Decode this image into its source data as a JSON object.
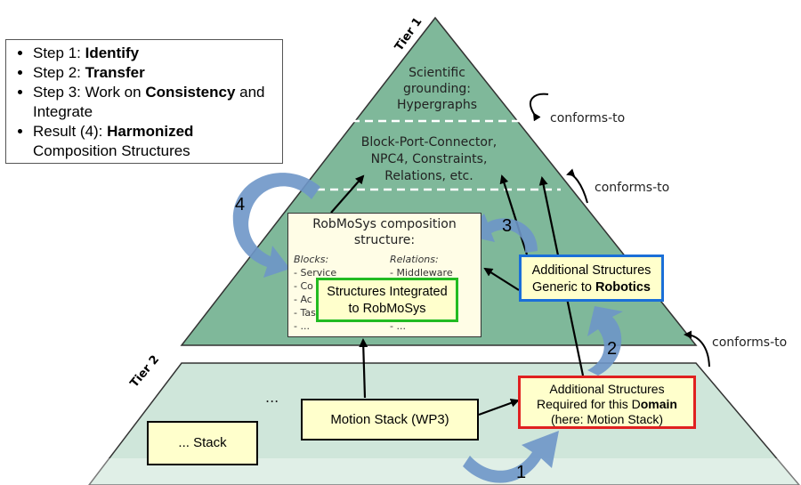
{
  "steps": [
    {
      "prefix": "Step 1: ",
      "bold": "Identify",
      "suffix": ""
    },
    {
      "prefix": "Step 2: ",
      "bold": "Transfer",
      "suffix": ""
    },
    {
      "prefix": "Step 3: Work on ",
      "bold": "Consistency",
      "suffix": " and Integrate"
    },
    {
      "prefix": "Result (4): ",
      "bold": "Harmonized",
      "suffix": " Composition Structures"
    }
  ],
  "tiers": {
    "tier1": "Tier 1",
    "tier2": "Tier 2"
  },
  "pyramid": {
    "top_text": [
      "Scientific",
      "grounding:",
      "Hypergraphs"
    ],
    "mid_text": [
      "Block-Port-Connector,",
      "NPC4, Constraints,",
      "Relations, etc."
    ]
  },
  "conforms_to": [
    "conforms-to",
    "conforms-to",
    "conforms-to"
  ],
  "robmosys": {
    "title_lines": [
      "RobMoSys composition",
      "structure:"
    ],
    "blocks_header": "Blocks:",
    "blocks": [
      "- Service",
      "- Co",
      "- Ac",
      "- Tas",
      "- ..."
    ],
    "relations_header": "Relations:",
    "relations": [
      "- Middleware",
      "",
      "",
      "",
      "- ..."
    ]
  },
  "integrated_box": [
    "Structures Integrated",
    "to RobMoSys"
  ],
  "generic_box": {
    "line1": "Additional Structures",
    "line2_prefix": "Generic to ",
    "line2_bold": "Robotics"
  },
  "domain_box": {
    "line1": "Additional Structures",
    "line2_prefix": "Required for this D",
    "line2_bold": "omain",
    "line3": "(here: Motion Stack)"
  },
  "motion_stack": "Motion Stack (WP3)",
  "other_stack": "... Stack",
  "ellipsis": "...",
  "step_numbers": [
    "1",
    "2",
    "3",
    "4"
  ],
  "colors": {
    "tier1_fill": "#7fb89a",
    "tier2_fill": "#cfe6da",
    "blue_arrow": "#6e96c8",
    "box_yellow": "#ffffcc",
    "border_green": "#22bb22",
    "border_blue": "#1a6fd8",
    "border_red": "#e02020"
  }
}
